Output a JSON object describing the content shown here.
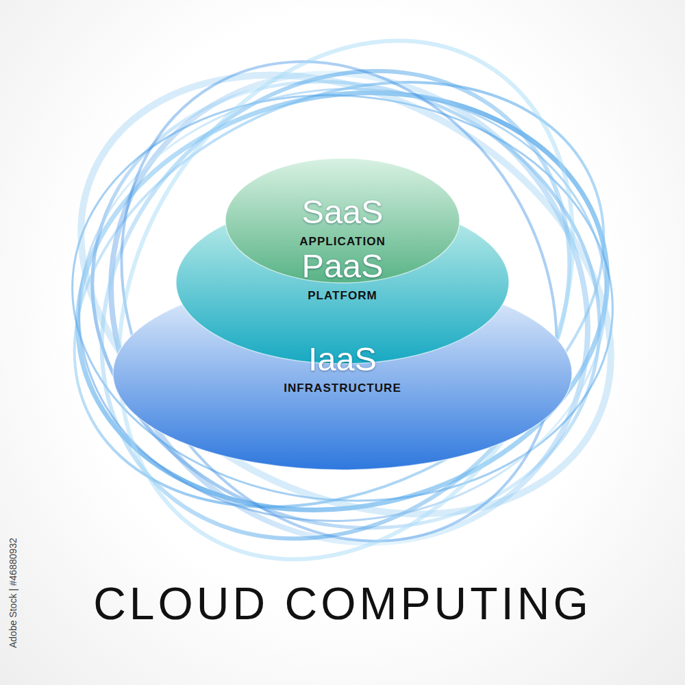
{
  "diagram": {
    "title": "CLOUD COMPUTING",
    "nodes": [
      {
        "text": [
          "SaaS",
          "APPLICATION"
        ]
      },
      {
        "text": [
          "PaaS",
          "PLATFORM"
        ]
      },
      {
        "text": [
          "IaaS",
          "INFRASTRUCTURE"
        ]
      }
    ],
    "labels": [
      "Adobe Stock | #46880932"
    ]
  }
}
